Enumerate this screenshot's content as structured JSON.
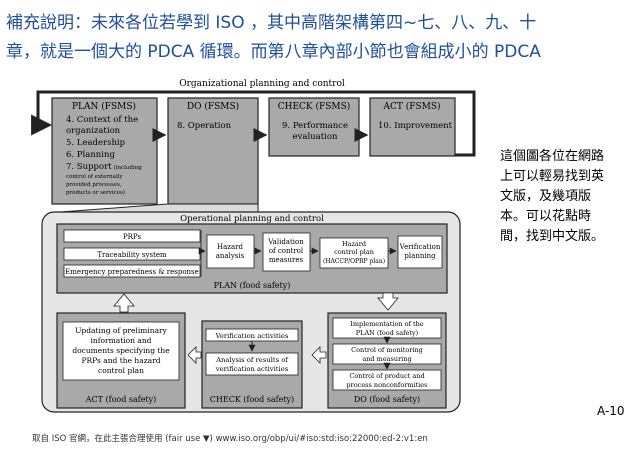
{
  "heading": {
    "line1": "補充說明：未來各位若學到 ISO ，其中高階架構第四~七、八、九、十",
    "line2": "章，就是一個大的 PDCA 循環。而第八章內部小節也會組成小的 PDCA"
  },
  "side_note": [
    "這個圖各位在網路",
    "上可以輕易找到英",
    "文版，及幾項版",
    "本。可以花點時",
    "間，找到中文版。"
  ],
  "slide_number": "A-10",
  "credit": "取自 ISO 官網，在此主張合理使用 (fair use ▼) www.iso.org/obp/ui/#iso:std:iso:22000:ed-2:v1:en",
  "diagram": {
    "org_title": "Organizational planning and control",
    "plan": {
      "title": "PLAN (FSMS)",
      "items": [
        "4. Context of the",
        "organization",
        "5. Leadership",
        "6. Planning",
        "7. Support"
      ],
      "support_note": "(including",
      "support_note_lines": [
        "control of externally",
        "provided processes,",
        "products or services)"
      ]
    },
    "do": {
      "title": "DO (FSMS)",
      "item": "8. Operation"
    },
    "check": {
      "title": "CHECK (FSMS)",
      "items": [
        "9. Performance",
        "evaluation"
      ]
    },
    "act": {
      "title": "ACT (FSMS)",
      "item": "10. Improvement"
    },
    "op_title": "Operational planning and control",
    "op_plan": {
      "prps": "PRPs",
      "traceability": "Traceability system",
      "emergency": "Emergency preparedness & response",
      "hazard_analysis": [
        "Hazard",
        "analysis"
      ],
      "validation": [
        "Validation",
        "of control",
        "measures"
      ],
      "hazard_plan": [
        "Hazard",
        "control plan",
        "(HACCP/OPRP plan)"
      ],
      "verification_planning": [
        "Verification",
        "planning"
      ],
      "label": "PLAN (food safety)"
    },
    "op_act": {
      "text": [
        "Updating of preliminary",
        "information and",
        "documents specifying the",
        "PRPs and the hazard",
        "control plan"
      ],
      "label": "ACT (food safety)"
    },
    "op_check": {
      "verification": "Verification activities",
      "analysis": [
        "Analysis of results of",
        "verification activities"
      ],
      "label": "CHECK (food safety)"
    },
    "op_do": {
      "implementation": [
        "Implementation of the",
        "PLAN (food safety)"
      ],
      "monitoring": [
        "Control of monitoring",
        "and measuring"
      ],
      "nonconf": [
        "Control of product and",
        "process nonconformities"
      ],
      "label": "DO (food safety)"
    }
  }
}
